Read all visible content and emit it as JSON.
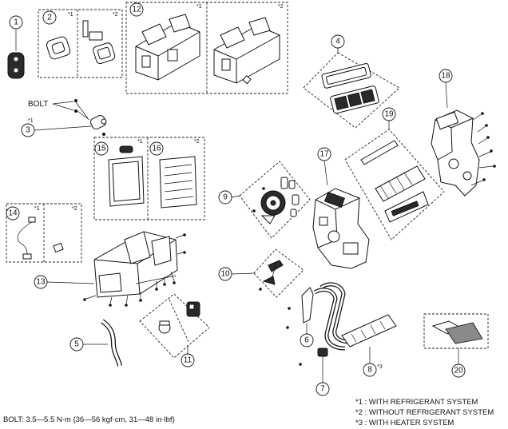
{
  "callouts": {
    "c1": "1",
    "c2": "2",
    "c3": "3",
    "c4": "4",
    "c5": "5",
    "c6": "6",
    "c7": "7",
    "c8": "8",
    "c9": "9",
    "c10": "10",
    "c11": "11",
    "c12": "12",
    "c13": "13",
    "c14": "14",
    "c15": "15",
    "c16": "16",
    "c17": "17",
    "c18": "18",
    "c19": "19",
    "c20": "20"
  },
  "markers": {
    "m1": "*1",
    "m2": "*2",
    "m3": "*3"
  },
  "bolt_label": "BOLT",
  "torque_spec": "BOLT: 3.5—5.5 N·m {36—56 kgf·cm, 31—48 in·lbf}",
  "notes": [
    "*1 : WITH REFRIGERANT SYSTEM",
    "*2 : WITHOUT REFRIGERANT SYSTEM",
    "*3 : WITH HEATER SYSTEM"
  ]
}
